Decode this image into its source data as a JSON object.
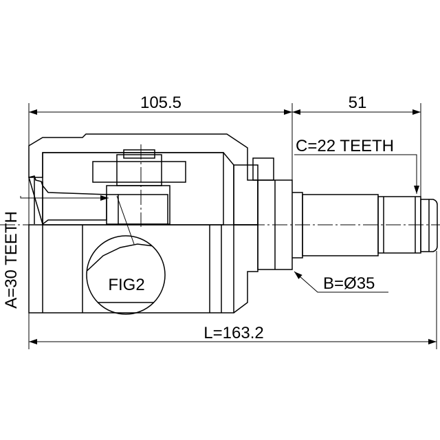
{
  "drawing": {
    "dimensions": {
      "left_length": "105.5",
      "right_length": "51",
      "total_length": "L=163.2",
      "outer_spline": "C=22 TEETH",
      "diameter": "B=Ø35",
      "inner_spline": "A=30 TEETH"
    },
    "detail_label": "FIG2",
    "colors": {
      "line": "#000000",
      "background": "#ffffff"
    }
  }
}
